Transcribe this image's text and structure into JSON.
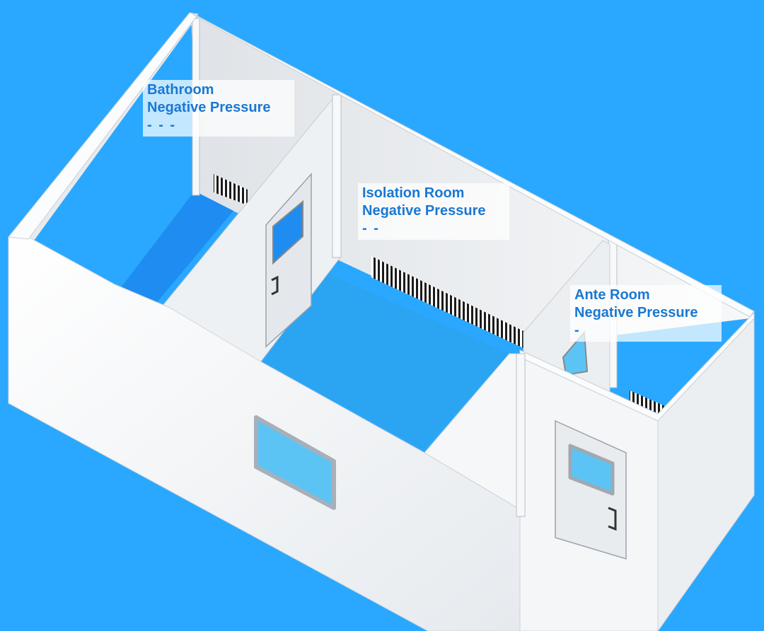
{
  "colors": {
    "background": "#2aa8ff",
    "wall": "#f3f5f7",
    "wall_shade": "#e0e4e8",
    "floor": "#1e90ff",
    "label_text": "#1a78d2",
    "window_glass": "#5cc4f5"
  },
  "rooms": [
    {
      "id": "bathroom",
      "name": "Bathroom",
      "pressure": "Negative Pressure",
      "indicator": "- - -"
    },
    {
      "id": "isolation",
      "name": "Isolation Room",
      "pressure": "Negative Pressure",
      "indicator": "- -"
    },
    {
      "id": "ante",
      "name": "Ante Room",
      "pressure": "Negative Pressure",
      "indicator": "-"
    }
  ],
  "icons": [
    "door-handle-icon",
    "vent-grille-icon",
    "door-window-icon"
  ]
}
